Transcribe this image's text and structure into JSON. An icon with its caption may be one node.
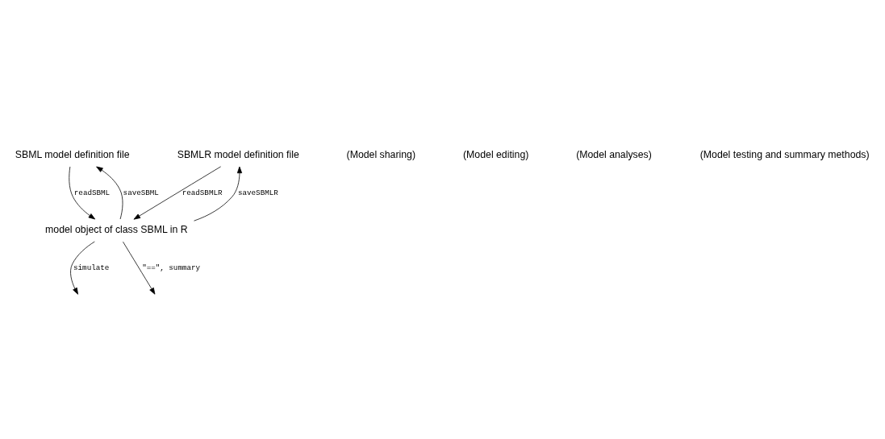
{
  "diagram": {
    "nodes": [
      {
        "text": [
          "SBML model definition file"
        ]
      },
      {
        "text": [
          "SBMLR model definition file"
        ]
      },
      {
        "text": [
          "model object of class SBML in R"
        ]
      }
    ],
    "edges": [
      {
        "from": 2,
        "to": 0,
        "arrow": "to",
        "label": "saveSBML"
      },
      {
        "from": 0,
        "to": 2,
        "arrow": "to",
        "label": "readSBML"
      },
      {
        "from": 1,
        "to": 2,
        "arrow": "to",
        "label": "readSBMLR"
      },
      {
        "from": 2,
        "to": 1,
        "arrow": "to",
        "label": "saveSBMLR"
      },
      {
        "from": 2,
        "to": null,
        "arrow": "to",
        "label": "simulate"
      },
      {
        "from": 2,
        "to": null,
        "arrow": "to",
        "label": "\"==\", summary"
      }
    ],
    "labels": [
      "(Model sharing)",
      "(Model editing)",
      "(Model analyses)",
      "(Model testing and summary methods)"
    ]
  }
}
